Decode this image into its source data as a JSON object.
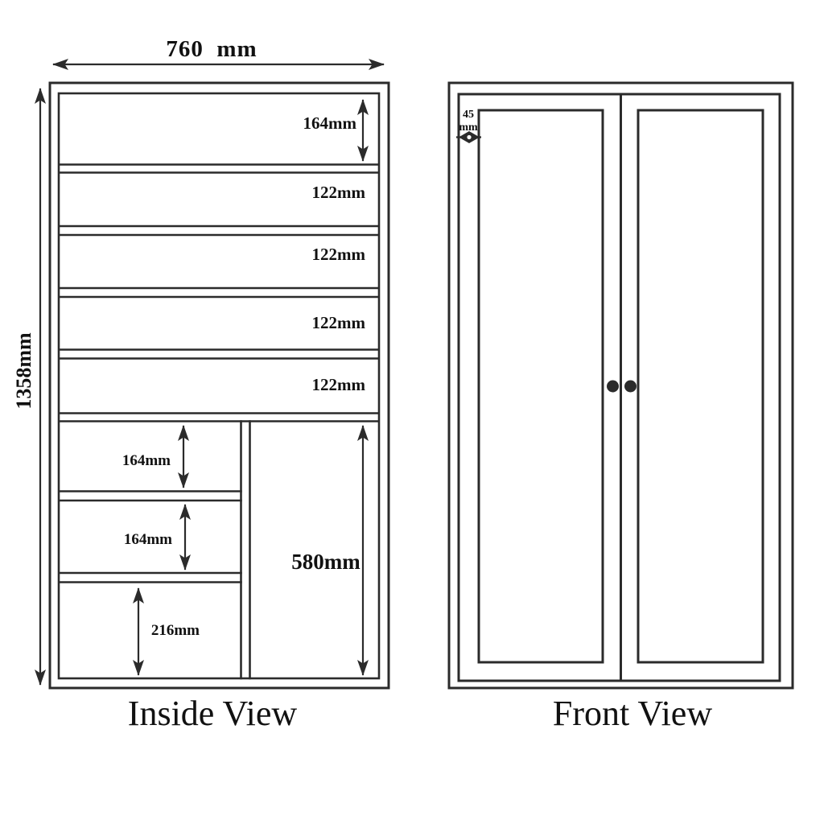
{
  "colors": {
    "line": "#2b2b2b",
    "text": "#111111",
    "bg": "#ffffff"
  },
  "inside_view": {
    "label": "Inside View",
    "overall_width": "760  mm",
    "overall_height": "1358mm",
    "top_shelf_height": "164mm",
    "shelf_rows": [
      "122mm",
      "122mm",
      "122mm",
      "122mm"
    ],
    "left_compartments": [
      "164mm",
      "164mm",
      "216mm"
    ],
    "right_compartment_height": "580mm"
  },
  "front_view": {
    "label": "Front View",
    "hinge_offset_value": "45",
    "hinge_offset_unit": "mm"
  }
}
